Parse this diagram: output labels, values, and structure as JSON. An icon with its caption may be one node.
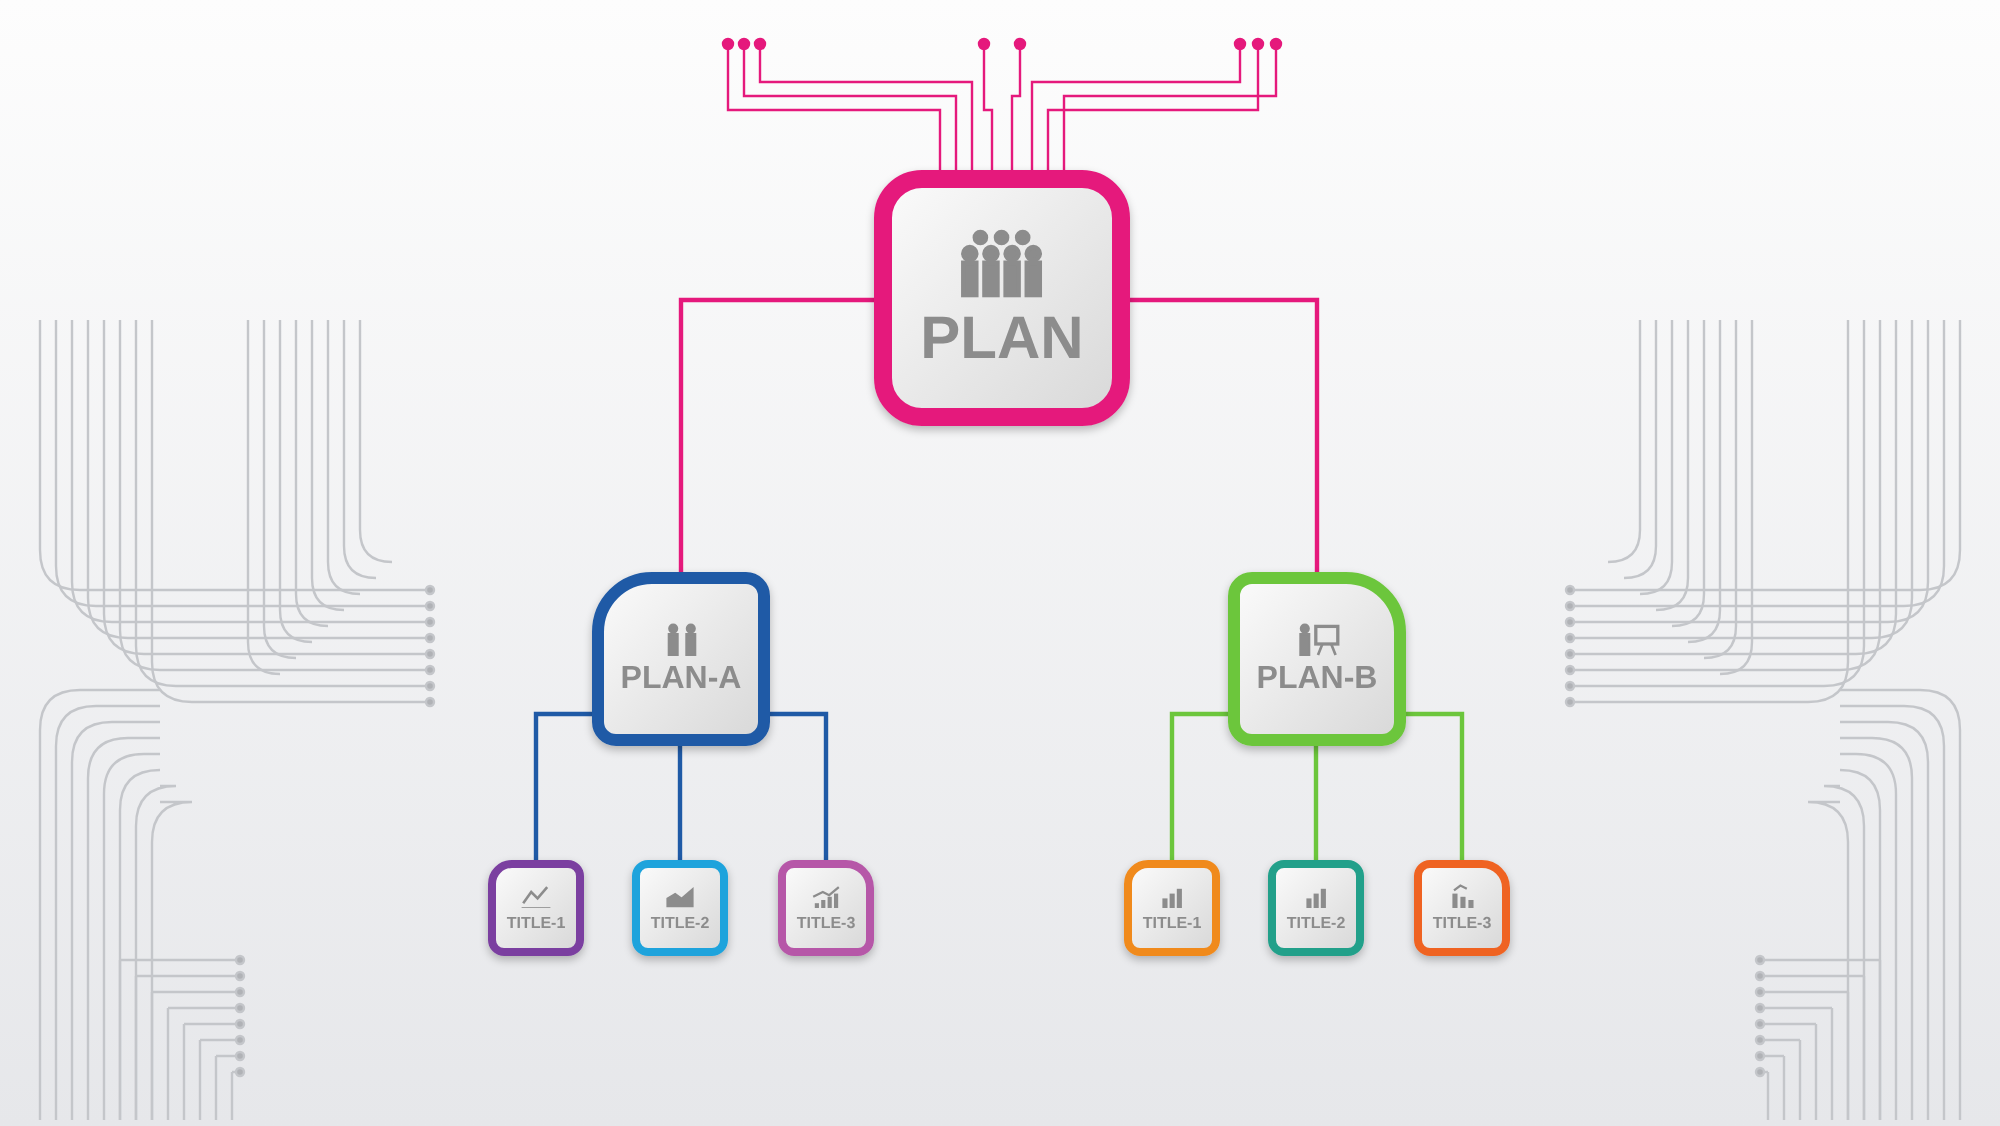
{
  "diagram": {
    "nodes": [
      {
        "text": [
          "PLAN"
        ]
      },
      {
        "text": [
          "PLAN-A"
        ]
      },
      {
        "text": [
          "PLAN-B"
        ]
      },
      {
        "text": [
          "TITLE-1"
        ]
      },
      {
        "text": [
          "TITLE-2"
        ]
      },
      {
        "text": [
          "TITLE-3"
        ]
      },
      {
        "text": [
          "TITLE-1"
        ]
      },
      {
        "text": [
          "TITLE-2"
        ]
      },
      {
        "text": [
          "TITLE-3"
        ]
      }
    ],
    "edges": [
      {
        "from": 0,
        "to": 1,
        "arrow": "none",
        "color": "#e5197c"
      },
      {
        "from": 0,
        "to": 2,
        "arrow": "none",
        "color": "#e5197c"
      },
      {
        "from": 1,
        "to": 3,
        "arrow": "none",
        "color": "#1f5aa6"
      },
      {
        "from": 1,
        "to": 4,
        "arrow": "none",
        "color": "#1f5aa6"
      },
      {
        "from": 1,
        "to": 5,
        "arrow": "none",
        "color": "#1f5aa6"
      },
      {
        "from": 2,
        "to": 6,
        "arrow": "none",
        "color": "#6cc63c"
      },
      {
        "from": 2,
        "to": 7,
        "arrow": "none",
        "color": "#6cc63c"
      },
      {
        "from": 2,
        "to": 8,
        "arrow": "none",
        "color": "#6cc63c"
      }
    ]
  }
}
